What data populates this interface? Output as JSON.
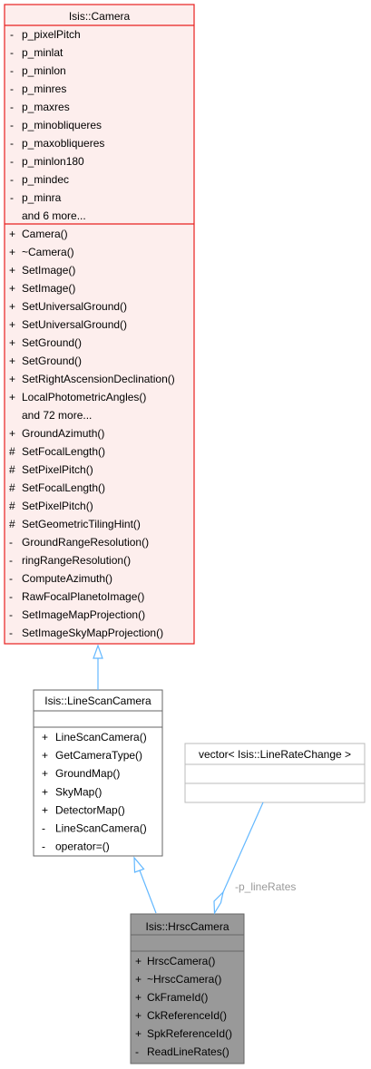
{
  "classes": {
    "camera": {
      "name": "Isis::Camera",
      "attributes": [
        {
          "vis": "-",
          "text": "p_pixelPitch"
        },
        {
          "vis": "-",
          "text": "p_minlat"
        },
        {
          "vis": "-",
          "text": "p_minlon"
        },
        {
          "vis": "-",
          "text": "p_minres"
        },
        {
          "vis": "-",
          "text": "p_maxres"
        },
        {
          "vis": "-",
          "text": "p_minobliqueres"
        },
        {
          "vis": "-",
          "text": "p_maxobliqueres"
        },
        {
          "vis": "-",
          "text": "p_minlon180"
        },
        {
          "vis": "-",
          "text": "p_mindec"
        },
        {
          "vis": "-",
          "text": "p_minra"
        },
        {
          "vis": "",
          "text": "and 6 more..."
        }
      ],
      "methods": [
        {
          "vis": "+",
          "text": "Camera()"
        },
        {
          "vis": "+",
          "text": "~Camera()"
        },
        {
          "vis": "+",
          "text": "SetImage()"
        },
        {
          "vis": "+",
          "text": "SetImage()"
        },
        {
          "vis": "+",
          "text": "SetUniversalGround()"
        },
        {
          "vis": "+",
          "text": "SetUniversalGround()"
        },
        {
          "vis": "+",
          "text": "SetGround()"
        },
        {
          "vis": "+",
          "text": "SetGround()"
        },
        {
          "vis": "+",
          "text": "SetRightAscensionDeclination()"
        },
        {
          "vis": "+",
          "text": "LocalPhotometricAngles()"
        },
        {
          "vis": "",
          "text": "and 72 more..."
        },
        {
          "vis": "+",
          "text": "GroundAzimuth()"
        },
        {
          "vis": "#",
          "text": "SetFocalLength()"
        },
        {
          "vis": "#",
          "text": "SetPixelPitch()"
        },
        {
          "vis": "#",
          "text": "SetFocalLength()"
        },
        {
          "vis": "#",
          "text": "SetPixelPitch()"
        },
        {
          "vis": "#",
          "text": "SetGeometricTilingHint()"
        },
        {
          "vis": "-",
          "text": "GroundRangeResolution()"
        },
        {
          "vis": "-",
          "text": "ringRangeResolution()"
        },
        {
          "vis": "-",
          "text": "ComputeAzimuth()"
        },
        {
          "vis": "-",
          "text": "RawFocalPlanetoImage()"
        },
        {
          "vis": "-",
          "text": "SetImageMapProjection()"
        },
        {
          "vis": "-",
          "text": "SetImageSkyMapProjection()"
        }
      ]
    },
    "linescan": {
      "name": "Isis::LineScanCamera",
      "attributes": [],
      "methods": [
        {
          "vis": "+",
          "text": "LineScanCamera()"
        },
        {
          "vis": "+",
          "text": "GetCameraType()"
        },
        {
          "vis": "+",
          "text": "GroundMap()"
        },
        {
          "vis": "+",
          "text": "SkyMap()"
        },
        {
          "vis": "+",
          "text": "DetectorMap()"
        },
        {
          "vis": "-",
          "text": "LineScanCamera()"
        },
        {
          "vis": "-",
          "text": "operator=()"
        }
      ]
    },
    "vector": {
      "name": "vector< Isis::LineRateChange >",
      "attributes": [],
      "methods": []
    },
    "hrsc": {
      "name": "Isis::HrscCamera",
      "attributes": [],
      "methods": [
        {
          "vis": "+",
          "text": "HrscCamera()"
        },
        {
          "vis": "+",
          "text": "~HrscCamera()"
        },
        {
          "vis": "+",
          "text": "CkFrameId()"
        },
        {
          "vis": "+",
          "text": "CkReferenceId()"
        },
        {
          "vis": "+",
          "text": "SpkReferenceId()"
        },
        {
          "vis": "-",
          "text": "ReadLineRates()"
        }
      ]
    }
  },
  "edges": {
    "aggregation_label": "-p_lineRates"
  },
  "colors": {
    "highlight_fill": "#fdeeed",
    "highlight_border": "#e8201f",
    "normal_fill": "#ffffff",
    "normal_border": "#666666",
    "external_border": "#bbbbbb",
    "selected_fill": "#999999",
    "selected_border": "#666666",
    "edge": "#63b8ff"
  }
}
